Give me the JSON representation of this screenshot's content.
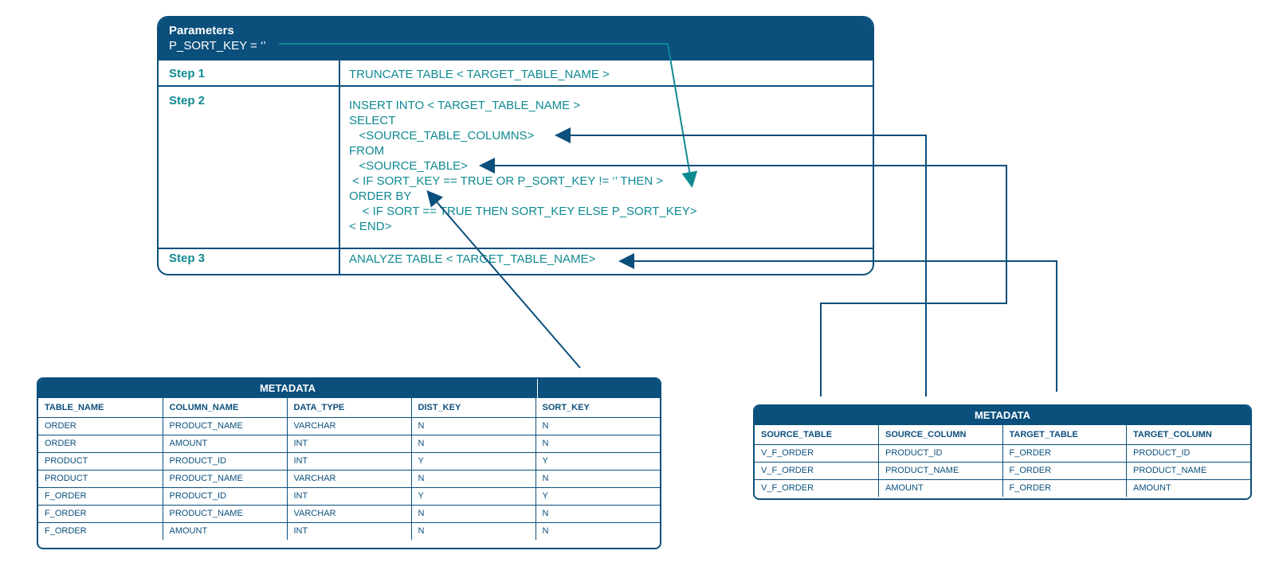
{
  "process": {
    "param_title": "Parameters",
    "param_value": "P_SORT_KEY = ‘’",
    "steps": [
      {
        "label": "Step 1",
        "text": "TRUNCATE TABLE < TARGET_TABLE_NAME >"
      },
      {
        "label": "Step 2",
        "text": "INSERT INTO < TARGET_TABLE_NAME >\nSELECT\n   <SOURCE_TABLE_COLUMNS>\nFROM\n   <SOURCE_TABLE>\n < IF SORT_KEY == TRUE OR P_SORT_KEY != ‘’ THEN >\nORDER BY\n    < IF SORT == TRUE THEN SORT_KEY ELSE P_SORT_KEY>\n< END>"
      },
      {
        "label": "Step 3",
        "text": "ANALYZE TABLE < TARGET_TABLE_NAME>"
      }
    ]
  },
  "metadata_left": {
    "title": "METADATA",
    "columns": [
      "TABLE_NAME",
      "COLUMN_NAME",
      "DATA_TYPE",
      "DIST_KEY",
      "SORT_KEY"
    ],
    "rows": [
      [
        "ORDER",
        "PRODUCT_NAME",
        "VARCHAR",
        "N",
        "N"
      ],
      [
        "ORDER",
        "AMOUNT",
        "INT",
        "N",
        "N"
      ],
      [
        "PRODUCT",
        "PRODUCT_ID",
        "INT",
        "Y",
        "Y"
      ],
      [
        "PRODUCT",
        "PRODUCT_NAME",
        "VARCHAR",
        "N",
        "N"
      ],
      [
        "F_ORDER",
        "PRODUCT_ID",
        "INT",
        "Y",
        "Y"
      ],
      [
        "F_ORDER",
        "PRODUCT_NAME",
        "VARCHAR",
        "N",
        "N"
      ],
      [
        "F_ORDER",
        "AMOUNT",
        "INT",
        "N",
        "N"
      ]
    ]
  },
  "metadata_right": {
    "title": "METADATA",
    "columns": [
      "SOURCE_TABLE",
      "SOURCE_COLUMN",
      "TARGET_TABLE",
      "TARGET_COLUMN"
    ],
    "rows": [
      [
        "V_F_ORDER",
        "PRODUCT_ID",
        "F_ORDER",
        "PRODUCT_ID"
      ],
      [
        "V_F_ORDER",
        "PRODUCT_NAME",
        "F_ORDER",
        "PRODUCT_NAME"
      ],
      [
        "V_F_ORDER",
        "AMOUNT",
        "F_ORDER",
        "AMOUNT"
      ]
    ]
  },
  "colors": {
    "navy": "#0b4f7c",
    "teal": "#0f8a92"
  }
}
